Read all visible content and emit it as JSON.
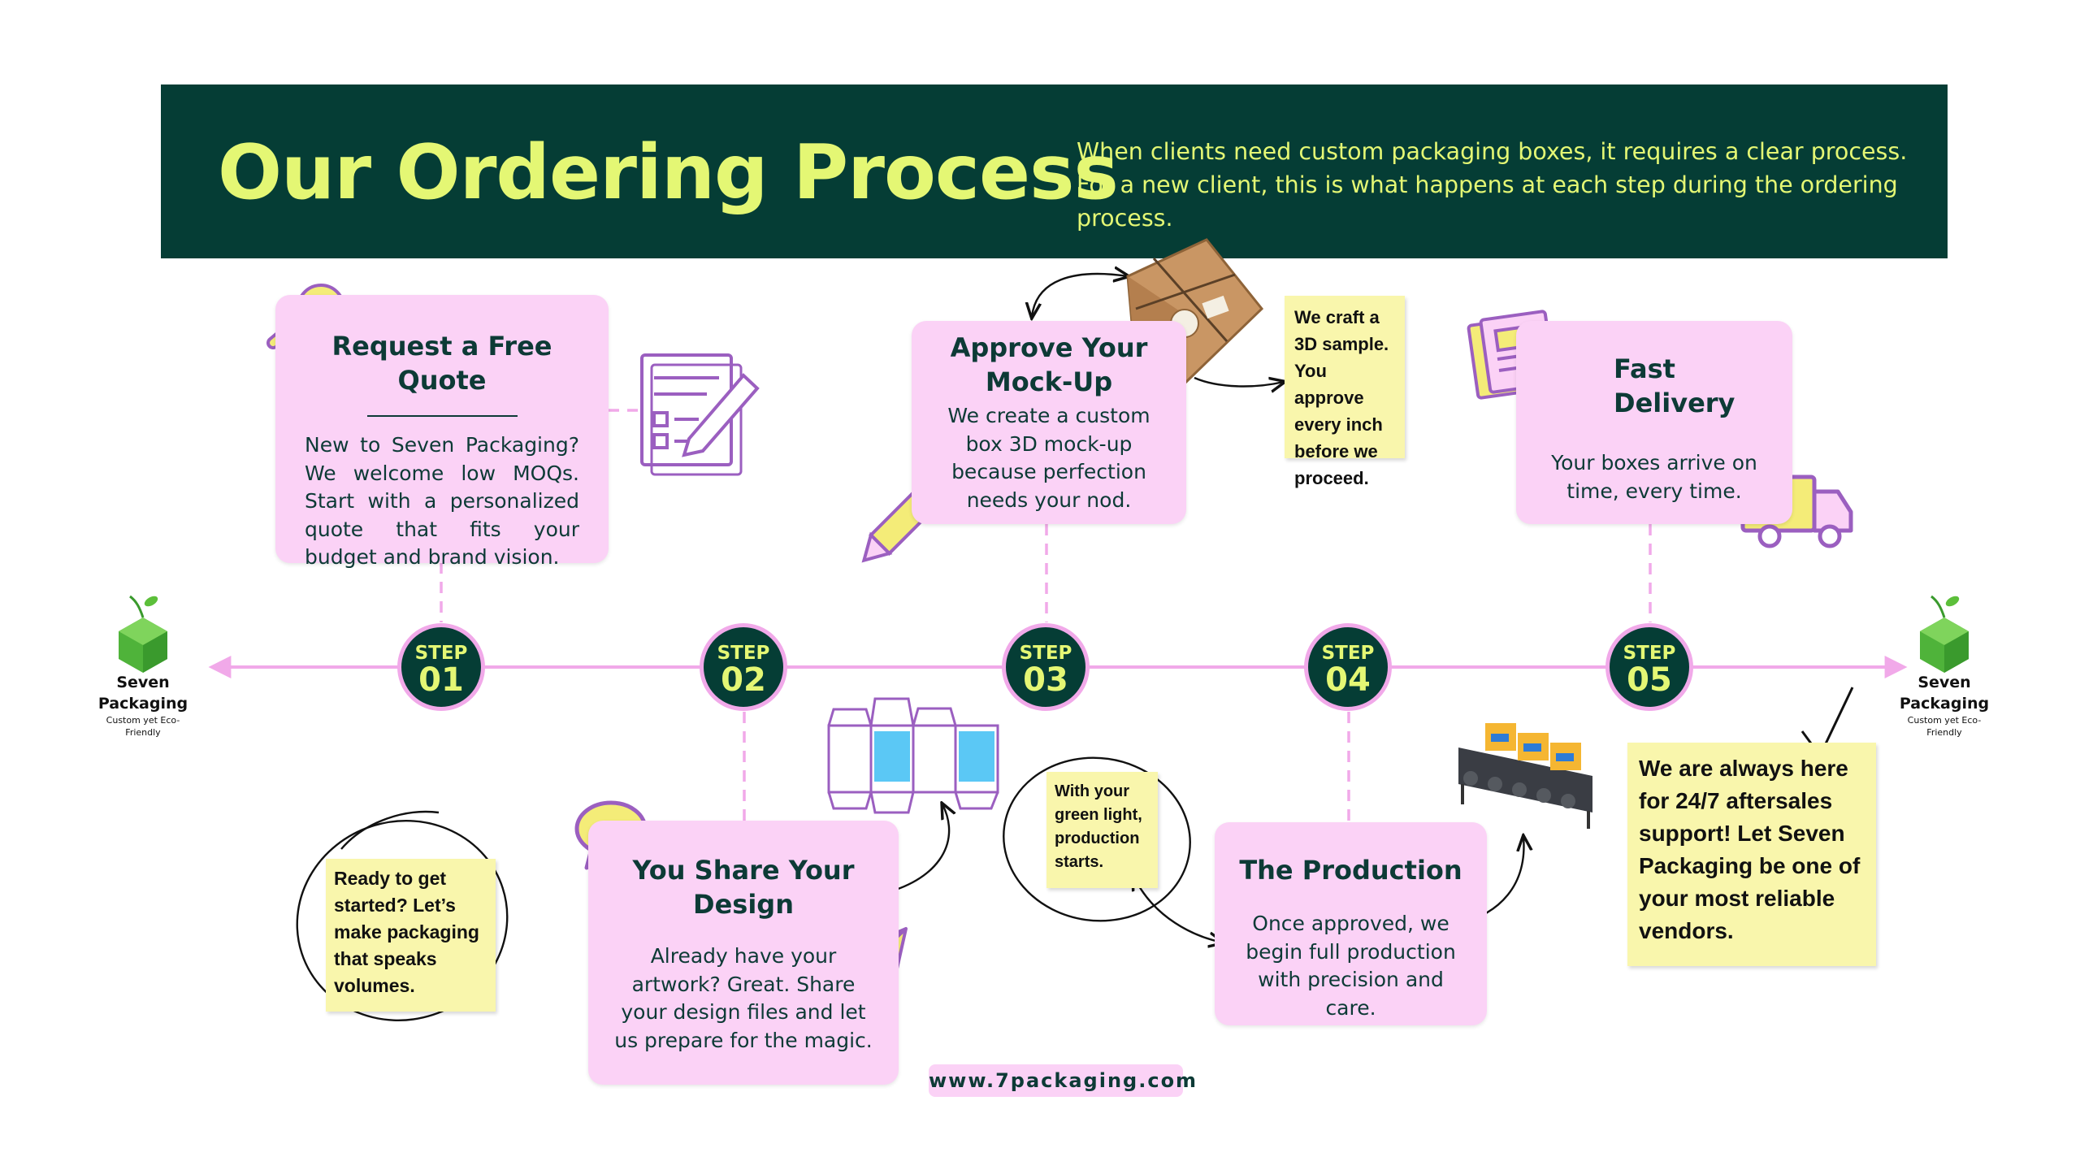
{
  "header": {
    "title": "Our Ordering Process",
    "subtitle": "When clients need custom packaging boxes, it requires a clear process. For a new client, this is what happens at each step during the ordering process."
  },
  "brand": {
    "name": "Seven Packaging",
    "tagline": "Custom yet Eco-Friendly"
  },
  "steps": [
    {
      "label": "STEP",
      "num": "01",
      "title": "Request a Free Quote",
      "text": "New to Seven Packaging? We welcome low MOQs. Start with a personalized quote that fits your budget and brand vision."
    },
    {
      "label": "STEP",
      "num": "02",
      "title": "You Share Your Design",
      "text": "Already have your artwork? Great. Share your design files and let us prepare for the magic."
    },
    {
      "label": "STEP",
      "num": "03",
      "title": "Approve Your Mock-Up",
      "text": "We create a custom box 3D mock-up because perfection needs your nod."
    },
    {
      "label": "STEP",
      "num": "04",
      "title": "The Production",
      "text": "Once approved, we begin full production with precision and care."
    },
    {
      "label": "STEP",
      "num": "05",
      "title": "Fast Delivery",
      "text": "Your boxes arrive on time, every time."
    }
  ],
  "notes": {
    "ready": "Ready to get started? Let’s make packaging that speaks volumes.",
    "sample": "We craft a 3D sample. You approve every inch before we proceed.",
    "green_light": "With your green light, production starts.",
    "support": "We are always here for 24/7 aftersales support! Let Seven Packaging be one of your most reliable vendors."
  },
  "footer": {
    "website": "www.7packaging.com"
  },
  "colors": {
    "header_bg": "#053d35",
    "accent_yellow": "#e4f774",
    "card_pink": "#fbd2f6",
    "note_yellow": "#f9f6ac",
    "line_pink": "#f1a9e9",
    "icon_purple": "#9b5fc0",
    "brand_green": "#5cbf3a"
  },
  "icons": [
    "magnifier-icon",
    "document-pencil-icon",
    "box-dieline-icon",
    "speech-bubble-icon",
    "paper-plane-icon",
    "pencil-icon",
    "parcel-box-icon",
    "conveyor-icon",
    "newspaper-icon",
    "truck-icon",
    "checkmark-icon",
    "cube-logo-icon"
  ]
}
